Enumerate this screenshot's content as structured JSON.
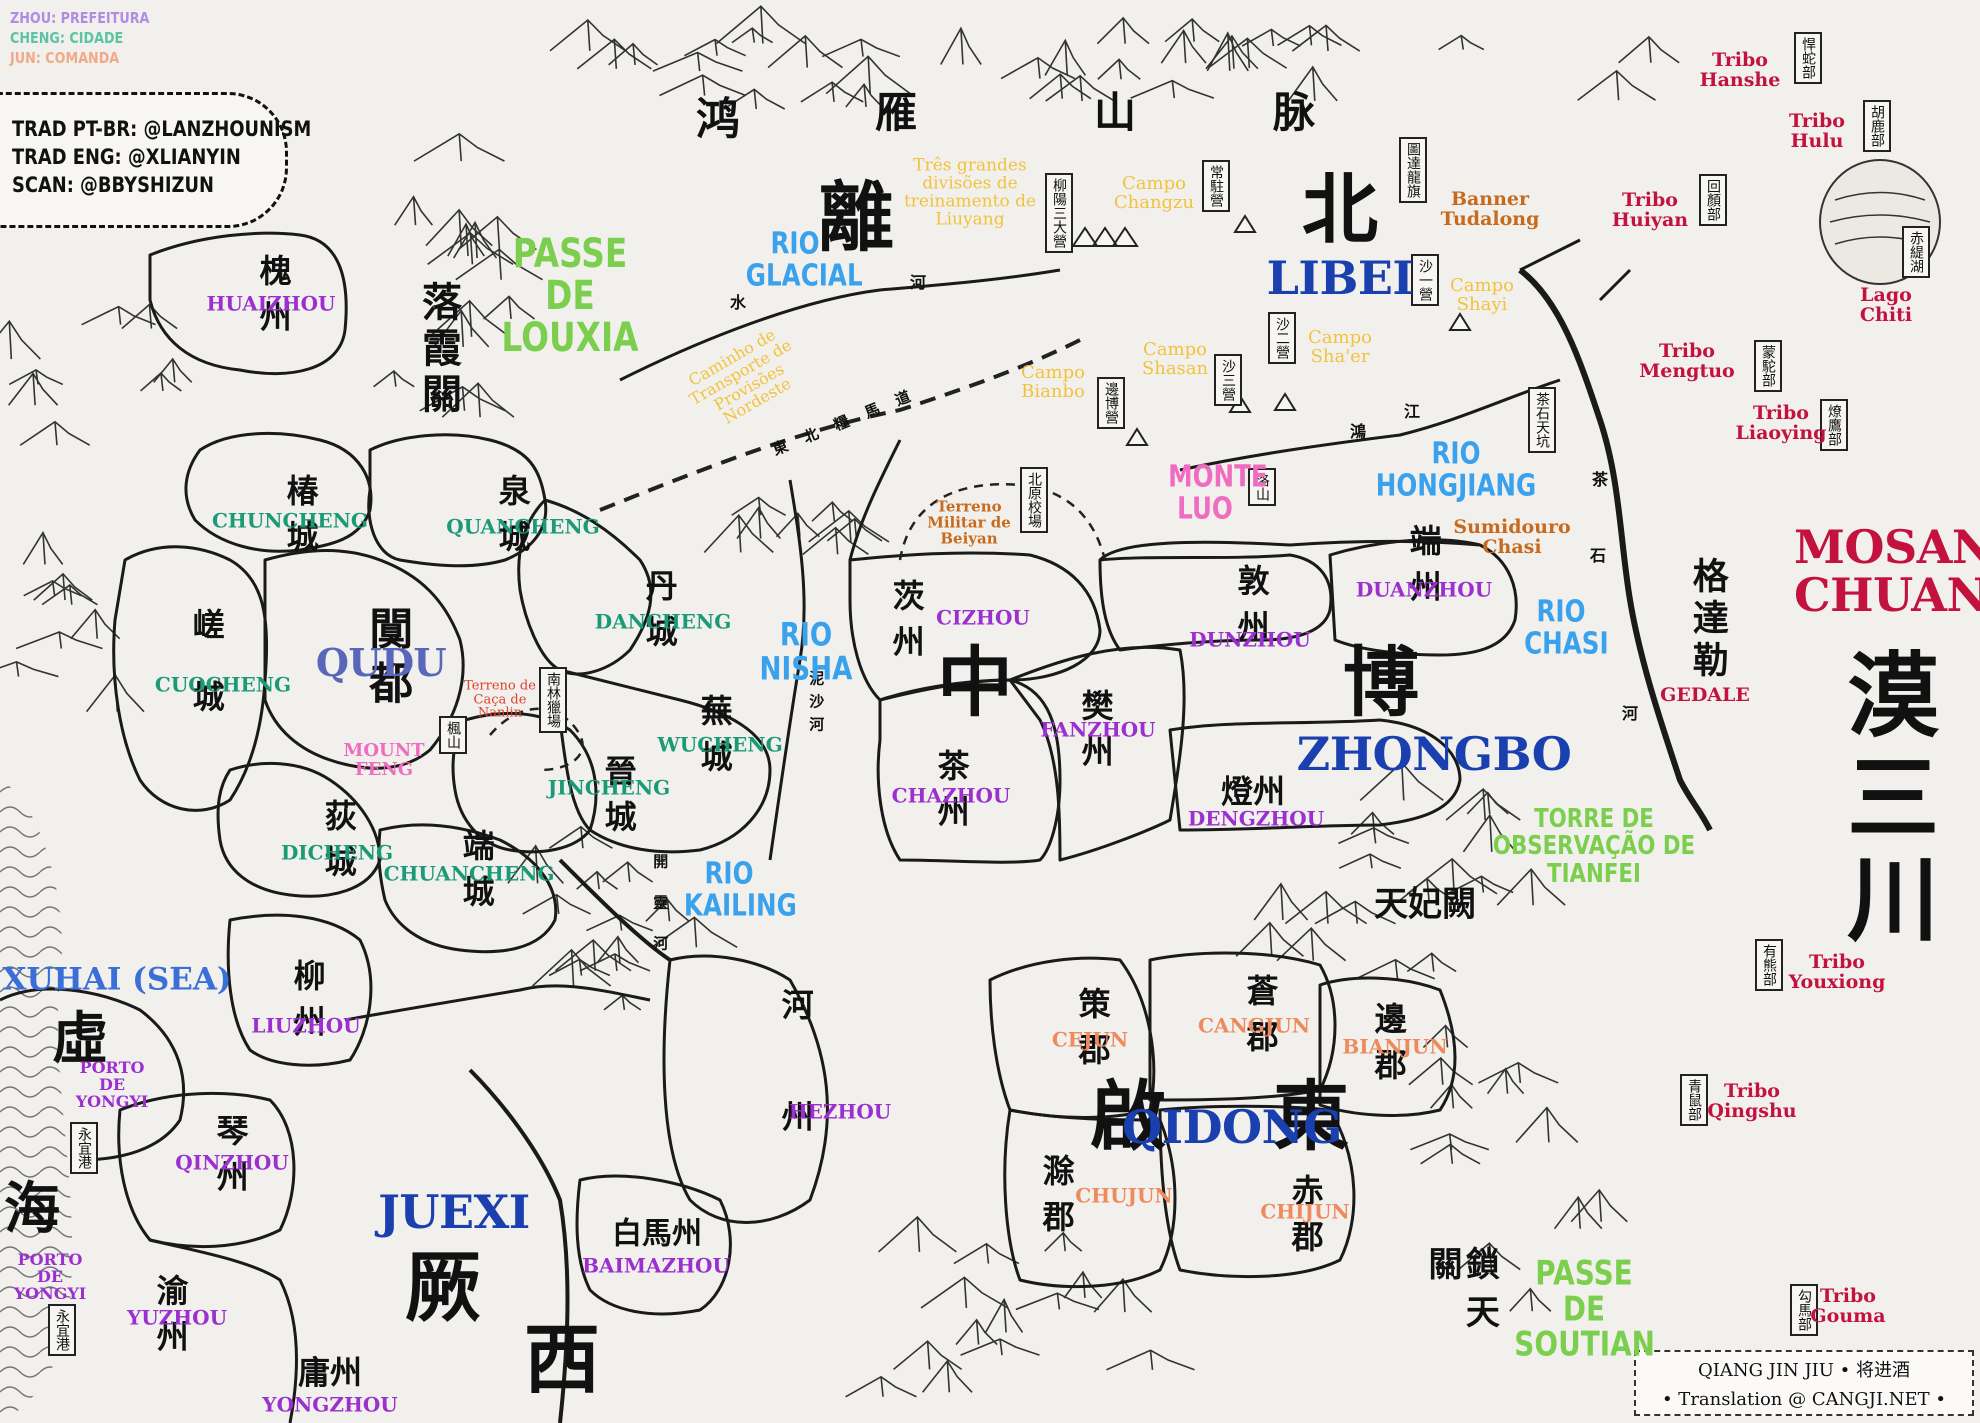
{
  "colors": {
    "zhou": "#9b2fd0",
    "cheng": "#1b9a78",
    "jun": "#ee8a5c",
    "region": "#1a3fae",
    "river": "#3aa1ec",
    "pass": "#7ccf4e",
    "camp": "#f2c23e",
    "poi": "#c86a1e",
    "mount": "#ef6cc0",
    "tribe": "#c4123f",
    "qudu": "#5966b9"
  },
  "legend": {
    "zhou": "ZHOU: PREFEITURA",
    "cheng": "CHENG: CIDADE",
    "jun": "JUN: COMANDA"
  },
  "credits": {
    "line1": "TRAD PT-BR: @LANZHOUNISM",
    "line2": "TRAD ENG: @XLIANYIN",
    "line3": "SCAN: @BBYSHIZUN"
  },
  "footer": {
    "line1": "QIANG JIN JIU • 将进酒",
    "line2": "• Translation @ CANGJI.NET •"
  },
  "regions": {
    "libei": "LIBEI",
    "qudu": "QUDU",
    "zhongbo": "ZHONGBO",
    "qidong": "QIDONG",
    "juexi": "JUEXI",
    "mosan": "MOSAN CHUAN",
    "xuhai": "XUHAI (SEA)"
  },
  "zhou": {
    "huaizhou": "HUAIZHOU",
    "cizhou": "CIZHOU",
    "dunzhou": "DUNZHOU",
    "duanzhou": "DUANZHOU",
    "fanzhou": "FANZHOU",
    "chazhou": "CHAZHOU",
    "dengzhou": "DENGZHOU",
    "liuzhou": "LIUZHOU",
    "qinzhou": "QINZHOU",
    "hezhou": "HEZHOU",
    "baimazhou": "BAIMAZHOU",
    "yuzhou": "YUZHOU",
    "yongzhou": "YONGZHOU"
  },
  "cheng": {
    "chuncheng": "CHUNCHENG",
    "quancheng": "QUANCHENG",
    "dancheng": "DANCHENG",
    "cuocheng": "CUOCHENG",
    "wucheng": "WUCHENG",
    "jincheng": "JINCHENG",
    "dicheng": "DICHENG",
    "chuancheng": "CHUANCHENG"
  },
  "jun": {
    "cejun": "CEJUN",
    "cangjun": "CANGJUN",
    "bianjun": "BIANJUN",
    "chujun": "CHUJUN",
    "chijun": "CHIJUN"
  },
  "rivers": {
    "glacial": "RIO GLACIAL",
    "nisha": "RIO NISHA",
    "kailing": "RIO KAILING",
    "hongjiang": "RIO HONGJIANG",
    "chasi": "RIO CHASI"
  },
  "passes": {
    "louxia": "PASSE DE LOUXIA",
    "tianfei": "TORRE DE OBSERVAÇÃO DE TIANFEI",
    "soutian": "PASSE DE SOUTIAN"
  },
  "camps": {
    "liuyang": "Três grandes divisões de treinamento de Liuyang",
    "changzu": "Campo Changzu",
    "shayi": "Campo Shayi",
    "shaer": "Campo Sha'er",
    "shasan": "Campo Shasan",
    "bianbo": "Campo Bianbo",
    "road": "Caminho de Transporte de Provisões Nordeste"
  },
  "poi": {
    "tudalong": "Banner Tudalong",
    "beiyan": "Terreno Militar de Beiyan",
    "chasi_sink": "Sumidouro Chasi"
  },
  "hunting": {
    "nanlin": "Terreno de Caça de Nanlin"
  },
  "mounts": {
    "luo": "MONTE LUO",
    "feng": "MOUNT FENG"
  },
  "tribes": {
    "hanshe": "Tribo Hanshe",
    "hulu": "Tribo Hulu",
    "huiyan": "Tribo Huiyan",
    "chiti": "Lago Chiti",
    "mengtuo": "Tribo Mengtuo",
    "liaoying": "Tribo Liaoying",
    "gedale": "GEDALE",
    "youxiong": "Tribo Youxiong",
    "qingshu": "Tribo Qingshu",
    "gouma": "Tribo Gouma"
  },
  "ports": {
    "yongyi1": "PORTO DE YONGYI",
    "yongyi2": "PORTO DE YONGYI"
  },
  "hanzi": {
    "hong": "鸿",
    "yan": "雁",
    "shan": "山",
    "mai": "脉",
    "li": "離",
    "bei": "北",
    "zhong": "中",
    "bo": "博",
    "qi": "啟",
    "dong": "東",
    "jue": "厥",
    "xi": "西",
    "mo_col": "漠三川",
    "xu": "虛",
    "hai": "海",
    "luoxia": "落霞關",
    "qudu": "闃都",
    "gedale": "格達勒",
    "tianfei": "天妃闕",
    "suotian": "鎖天關",
    "huaizhou": "槐州",
    "chuncheng": "椿城",
    "quancheng": "泉城",
    "dancheng": "丹城",
    "cuocheng": "嵯城",
    "wucheng": "蕪城",
    "jincheng": "晉城",
    "dicheng": "荻城",
    "chuancheng": "端城",
    "cizhou": "茨州",
    "chazhou": "茶州",
    "fanzhou": "樊州",
    "dunzhou": "敦州",
    "duanzhou": "端州",
    "dengzhou": "燈州",
    "liuzhou": "柳州",
    "qinzhou": "琴州",
    "hezhou": "河州",
    "baimazhou": "白馬州",
    "yuzhou": "渝州",
    "yongzhou": "庸州",
    "cejun": "策郡",
    "cangjun": "蒼郡",
    "bianjun": "邊郡",
    "chujun": "滁郡",
    "chijun": "赤郡"
  },
  "plaques": {
    "liuyang": "柳陽三大營",
    "changzu": "常駐營",
    "tudalong": "圖達龍旗",
    "shayi": "沙一營",
    "shaer": "沙二營",
    "shasan": "沙三營",
    "bianbo": "邊博營",
    "beiyan": "北原校場",
    "nanlin": "南林獵場",
    "luoshan": "洛山",
    "chasi": "茶石天坑",
    "feng": "楓山",
    "hanshe": "悍蛇部",
    "hulu": "胡鹿部",
    "huiyan": "回顏部",
    "chiti": "赤緹湖",
    "mengtuo": "蒙駝部",
    "liaoying": "燎鷹部",
    "youxiong": "有熊部",
    "qingshu": "青鼠部",
    "gouma": "勾馬部",
    "port1": "永宜港",
    "port2": "永宜港"
  },
  "small_glyphs": {
    "shui": "水",
    "he1": "河",
    "he2": "河",
    "jiang": "江",
    "hong2": "鴻",
    "road": "東北糧馬道",
    "nisha": "泥沙河",
    "kailing": "開靈河",
    "chasi_r": "茶",
    "shi": "石",
    "he3": "河"
  }
}
